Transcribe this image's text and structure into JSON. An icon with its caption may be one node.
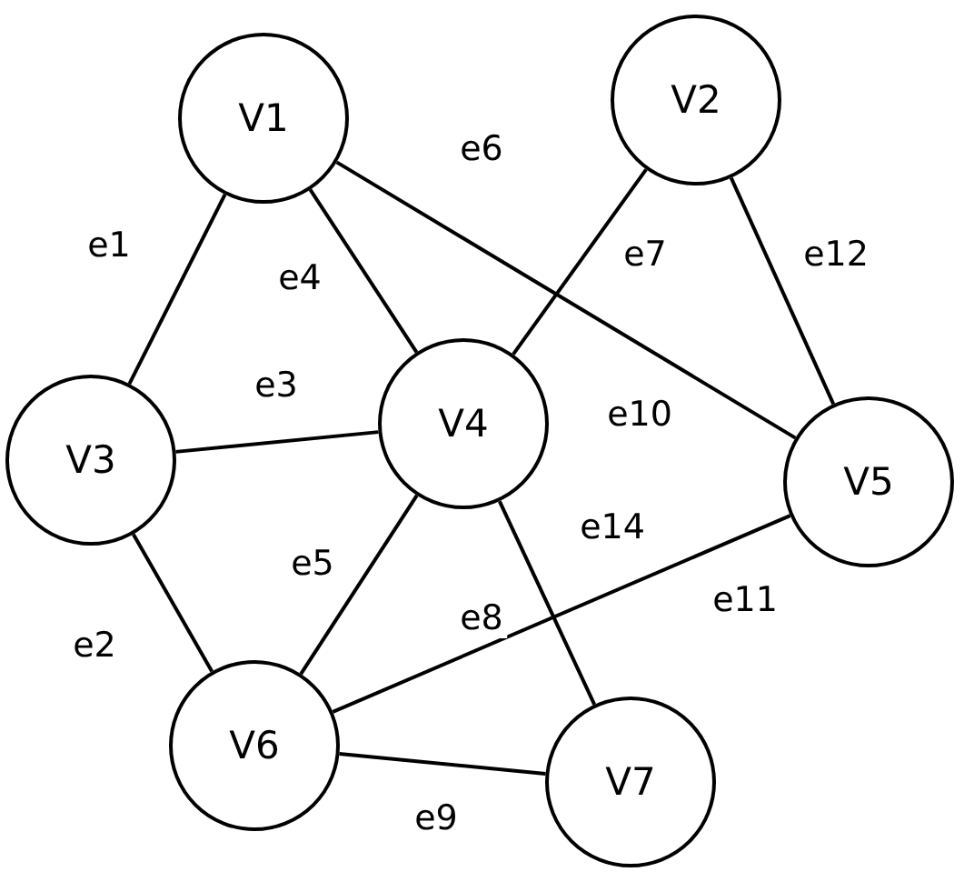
{
  "diagram": {
    "nodes": [
      {
        "text": [
          "V1"
        ]
      },
      {
        "text": [
          "V2"
        ]
      },
      {
        "text": [
          "V3"
        ]
      },
      {
        "text": [
          "V4"
        ]
      },
      {
        "text": [
          "V5"
        ]
      },
      {
        "text": [
          "V6"
        ]
      },
      {
        "text": [
          "V7"
        ]
      }
    ],
    "edges": [
      {
        "from": 0,
        "to": 2,
        "arrow": "none",
        "label": "e1"
      },
      {
        "from": 2,
        "to": 5,
        "arrow": "none",
        "label": "e2"
      },
      {
        "from": 2,
        "to": 3,
        "arrow": "none",
        "label": "e3"
      },
      {
        "from": 0,
        "to": 3,
        "arrow": "none",
        "label": "e4"
      },
      {
        "from": 3,
        "to": 5,
        "arrow": "none",
        "label": "e5"
      },
      {
        "from": 0,
        "to": 4,
        "arrow": "none"
      },
      {
        "from": 1,
        "to": 3,
        "arrow": "none",
        "label": "e7"
      },
      {
        "from": 5,
        "to": 4,
        "arrow": "none",
        "label": "e8"
      },
      {
        "from": 5,
        "to": 6,
        "arrow": "none",
        "label": "e9"
      },
      {
        "from": 1,
        "to": 4,
        "arrow": "none",
        "label": "e12"
      },
      {
        "from": 3,
        "to": 6,
        "arrow": "none",
        "label": "e14"
      }
    ],
    "labels": [
      "e6",
      "e10",
      "e11"
    ]
  }
}
